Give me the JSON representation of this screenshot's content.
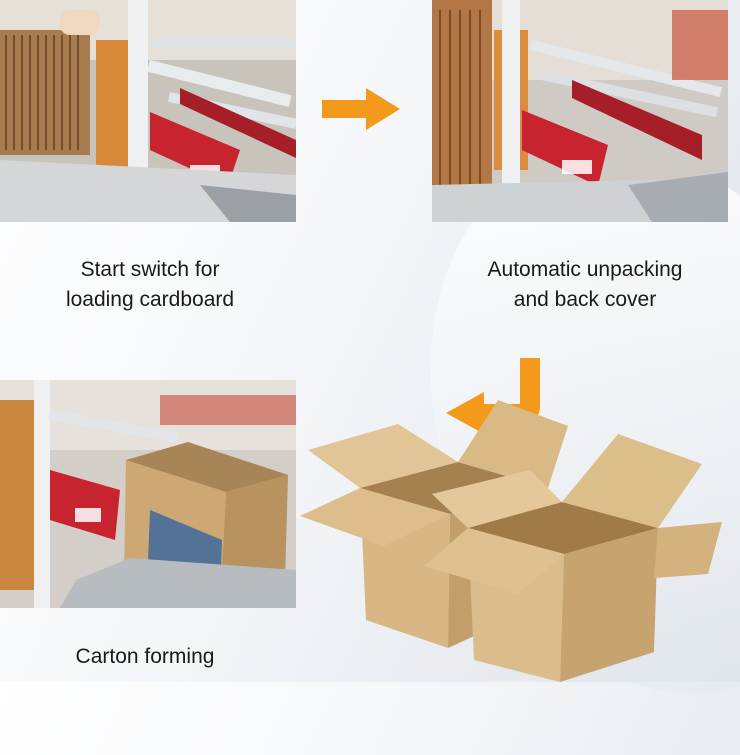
{
  "steps": [
    {
      "caption_line1": "Start switch for",
      "caption_line2": "loading cardboard"
    },
    {
      "caption_line1": "Automatic unpacking",
      "caption_line2": "and back cover"
    },
    {
      "caption_line1": "Carton forming"
    }
  ],
  "colors": {
    "arrow": "#f39a1c",
    "machine_red": "#c7242f",
    "cardboard": "#d5b583",
    "cardboard_dark": "#b8915a",
    "frame": "#e9ecef"
  },
  "icons": {
    "right_arrow": "right-arrow-icon",
    "return_arrow": "return-arrow-icon"
  }
}
